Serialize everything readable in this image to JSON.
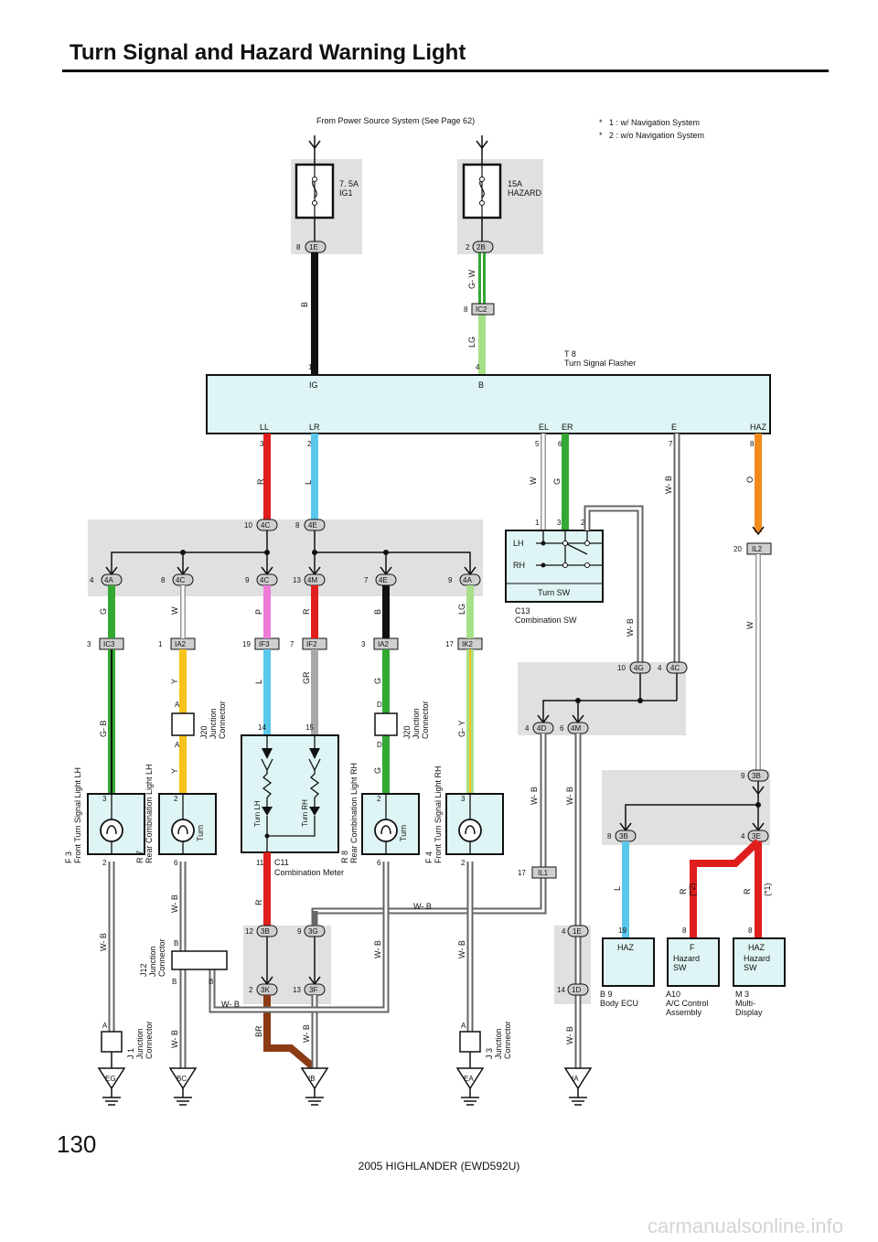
{
  "title": "Turn Signal and Hazard Warning Light",
  "page_number": "130",
  "footer": "2005 HIGHLANDER (EWD592U)",
  "watermark": "carmanualsonline.info",
  "power_note": "From Power Source System (See Page 62)",
  "notes": [
    "1 : w/ Navigation System",
    "2 : w/o Navigation System"
  ],
  "fuses": [
    {
      "amp": "7. 5A",
      "name": "IG1",
      "pin": "8",
      "conn": "1E",
      "wire": "B"
    },
    {
      "amp": "15A",
      "name": "HAZARD",
      "pin": "2",
      "conn": "2B",
      "wire": "G- W",
      "pin2": "8",
      "conn2": "IC2",
      "wire2": "LG"
    }
  ],
  "flasher": {
    "ref": "T 8",
    "name": "Turn Signal Flasher",
    "top_pins": [
      {
        "pin": "1",
        "label": "IG"
      },
      {
        "pin": "4",
        "label": "B"
      }
    ],
    "bottom": [
      {
        "label": "LL",
        "pin": "3",
        "wire": "R"
      },
      {
        "label": "LR",
        "pin": "2",
        "wire": "L"
      },
      {
        "label": "EL",
        "pin": "5",
        "wire": "W"
      },
      {
        "label": "ER",
        "pin": "6",
        "wire": "G"
      },
      {
        "label": "E",
        "pin": "7",
        "wire": "W- B"
      },
      {
        "label": "HAZ",
        "pin": "8",
        "wire": "O"
      }
    ]
  },
  "junctions_top": [
    {
      "pin": "10",
      "conn": "4C"
    },
    {
      "pin": "8",
      "conn": "4E"
    }
  ],
  "junctions_row": [
    {
      "pin": "4",
      "conn": "4A",
      "wire": "G"
    },
    {
      "pin": "8",
      "conn": "4C",
      "wire": "W"
    },
    {
      "pin": "9",
      "conn": "4C",
      "wire": "P"
    },
    {
      "pin": "13",
      "conn": "4M",
      "wire": "R"
    },
    {
      "pin": "7",
      "conn": "4E",
      "wire": "B"
    },
    {
      "pin": "9",
      "conn": "4A",
      "wire": "LG"
    }
  ],
  "inline_row": [
    {
      "pin": "3",
      "conn": "IC3",
      "wire": "G- B"
    },
    {
      "pin": "1",
      "conn": "IA2",
      "wire": "Y"
    },
    {
      "pin": "19",
      "conn": "IF3",
      "wire": "L"
    },
    {
      "pin": "7",
      "conn": "IF2",
      "wire": "GR"
    },
    {
      "pin": "3",
      "conn": "IA2",
      "wire": "G"
    },
    {
      "pin": "17",
      "conn": "IK2",
      "wire": "G- Y"
    }
  ],
  "turn_sw": {
    "ref": "C13",
    "name": "Combination SW",
    "title": "Turn SW",
    "pins": [
      "1",
      "3",
      "2"
    ],
    "labels": [
      "LH",
      "RH"
    ]
  },
  "lamps": [
    {
      "ref": "F 3",
      "name": "Front Turn Signal Light LH",
      "pin_top": "3",
      "pin_bot": "2"
    },
    {
      "ref": "R 7",
      "name": "Rear Combination Light LH",
      "pin_top": "2",
      "pin_bot": "6",
      "label": "Turn"
    },
    {
      "ref": "R 8",
      "name": "Rear Combination Light RH",
      "pin_top": "2",
      "pin_bot": "6",
      "label": "Turn"
    },
    {
      "ref": "F 4",
      "name": "Front Turn Signal Light RH",
      "pin_top": "3",
      "pin_bot": "2"
    }
  ],
  "j20": {
    "ref": "J20",
    "name1": "Junction",
    "name2": "Connector",
    "a": "A",
    "d": "D"
  },
  "meter": {
    "ref": "C11",
    "name": "Combination Meter",
    "pins": [
      "14",
      "15",
      "11"
    ],
    "labels": [
      "Turn LH",
      "Turn RH"
    ]
  },
  "grounds": [
    "EG",
    "BC",
    "IB",
    "EA",
    "IA"
  ],
  "ground_connectors": [
    {
      "ref": "J 1",
      "name1": "Junction",
      "name2": "Connector"
    },
    {
      "ref": "J12",
      "name1": "Junction",
      "name2": "Connector"
    },
    {
      "ref": "J 3",
      "name1": "Junction",
      "name2": "Connector"
    }
  ],
  "lower_conns": [
    {
      "pin": "12",
      "conn": "3B"
    },
    {
      "pin": "9",
      "conn": "3G"
    },
    {
      "pin": "2",
      "conn": "3K"
    },
    {
      "pin": "13",
      "conn": "3F"
    },
    {
      "pin": "10",
      "conn": "4G"
    },
    {
      "pin": "4",
      "conn": "4C"
    },
    {
      "pin": "4",
      "conn": "4D"
    },
    {
      "pin": "6",
      "conn": "4M"
    },
    {
      "pin": "17",
      "conn": "IL1"
    },
    {
      "pin": "4",
      "conn": "1E"
    },
    {
      "pin": "14",
      "conn": "1D"
    },
    {
      "pin": "20",
      "conn": "IL2"
    },
    {
      "pin": "9",
      "conn": "3B"
    },
    {
      "pin": "8",
      "conn": "3B"
    },
    {
      "pin": "4",
      "conn": "3E"
    }
  ],
  "wire_labels": [
    "W- B",
    "BR",
    "W- B",
    "R",
    "L",
    "R",
    "R",
    "W"
  ],
  "nav_marks": [
    "(*2)",
    "(*1)"
  ],
  "hazard_sw": [
    {
      "ref": "B 9",
      "name": "Body ECU",
      "pin": "19",
      "label": "HAZ"
    },
    {
      "ref": "A10",
      "name1": "A/C Control",
      "name2": "Assembly",
      "pin": "8",
      "label1": "F",
      "label2": "Hazard",
      "label3": "SW"
    },
    {
      "ref": "M 3",
      "name1": "Multi-",
      "name2": "Display",
      "pin": "8",
      "label1": "HAZ",
      "label2": "Hazard",
      "label3": "SW"
    }
  ],
  "colors": {
    "R": "#e11e1e",
    "L": "#59c8ea",
    "G": "#33a833",
    "B": "#111111",
    "LG": "#a6e08a",
    "O": "#f08a1e",
    "Y": "#f7c21a",
    "P": "#ee7ad8",
    "GR": "#a8a8a8",
    "BR": "#8b3a14",
    "panel": "#dff4f4",
    "shade": "#e0e0e0"
  }
}
